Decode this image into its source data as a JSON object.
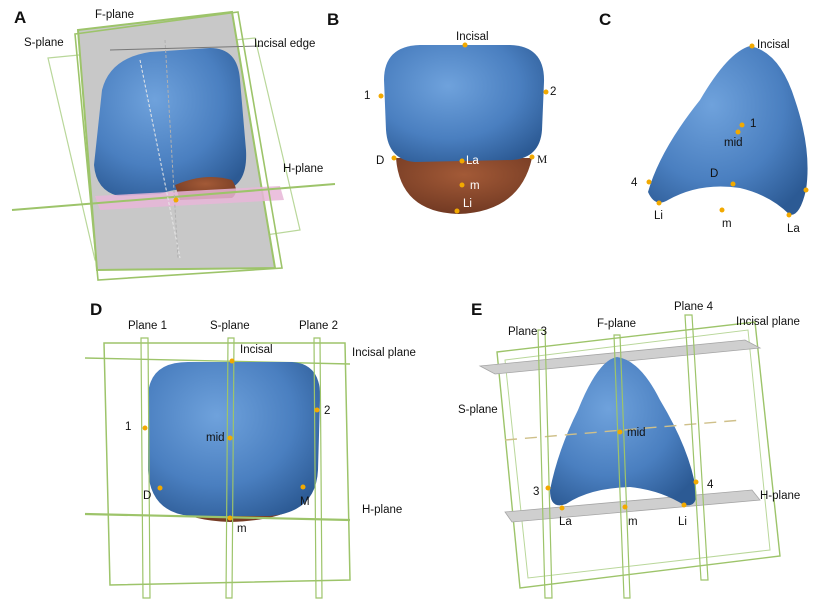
{
  "panels": {
    "A": {
      "letter": "A",
      "labels": {
        "f_plane": "F-plane",
        "s_plane": "S-plane",
        "incisal_edge": "Incisal edge",
        "h_plane": "H-plane"
      }
    },
    "B": {
      "letter": "B",
      "labels": {
        "incisal": "Incisal",
        "p1": "1",
        "p2": "2",
        "d": "D",
        "la": "La",
        "m_cap": "M",
        "m": "m",
        "li": "Li"
      }
    },
    "C": {
      "letter": "C",
      "labels": {
        "incisal": "Incisal",
        "p1": "1",
        "mid": "mid",
        "p4": "4",
        "d": "D",
        "li": "Li",
        "m": "m",
        "la": "La"
      }
    },
    "D": {
      "letter": "D",
      "labels": {
        "plane1": "Plane 1",
        "s_plane": "S-plane",
        "plane2": "Plane 2",
        "incisal": "Incisal",
        "incisal_plane": "Incisal plane",
        "p1": "1",
        "p2": "2",
        "mid": "mid",
        "d": "D",
        "m_cap": "M",
        "h_plane": "H-plane",
        "m": "m"
      }
    },
    "E": {
      "letter": "E",
      "labels": {
        "plane4": "Plane 4",
        "plane3": "Plane 3",
        "f_plane": "F-plane",
        "incisal_plane": "Incisal plane",
        "s_plane": "S-plane",
        "mid": "mid",
        "p3": "3",
        "p4": "4",
        "h_plane": "H-plane",
        "la": "La",
        "m": "m",
        "li": "Li"
      }
    }
  },
  "colors": {
    "tooth_blue": "#4f86c6",
    "tooth_blue_dark": "#2f5f9a",
    "root_brown": "#8a4a2c",
    "plane_green": "#9dc46a",
    "landmark": "#f2a900",
    "plane_gray": "#cfcfcf"
  }
}
